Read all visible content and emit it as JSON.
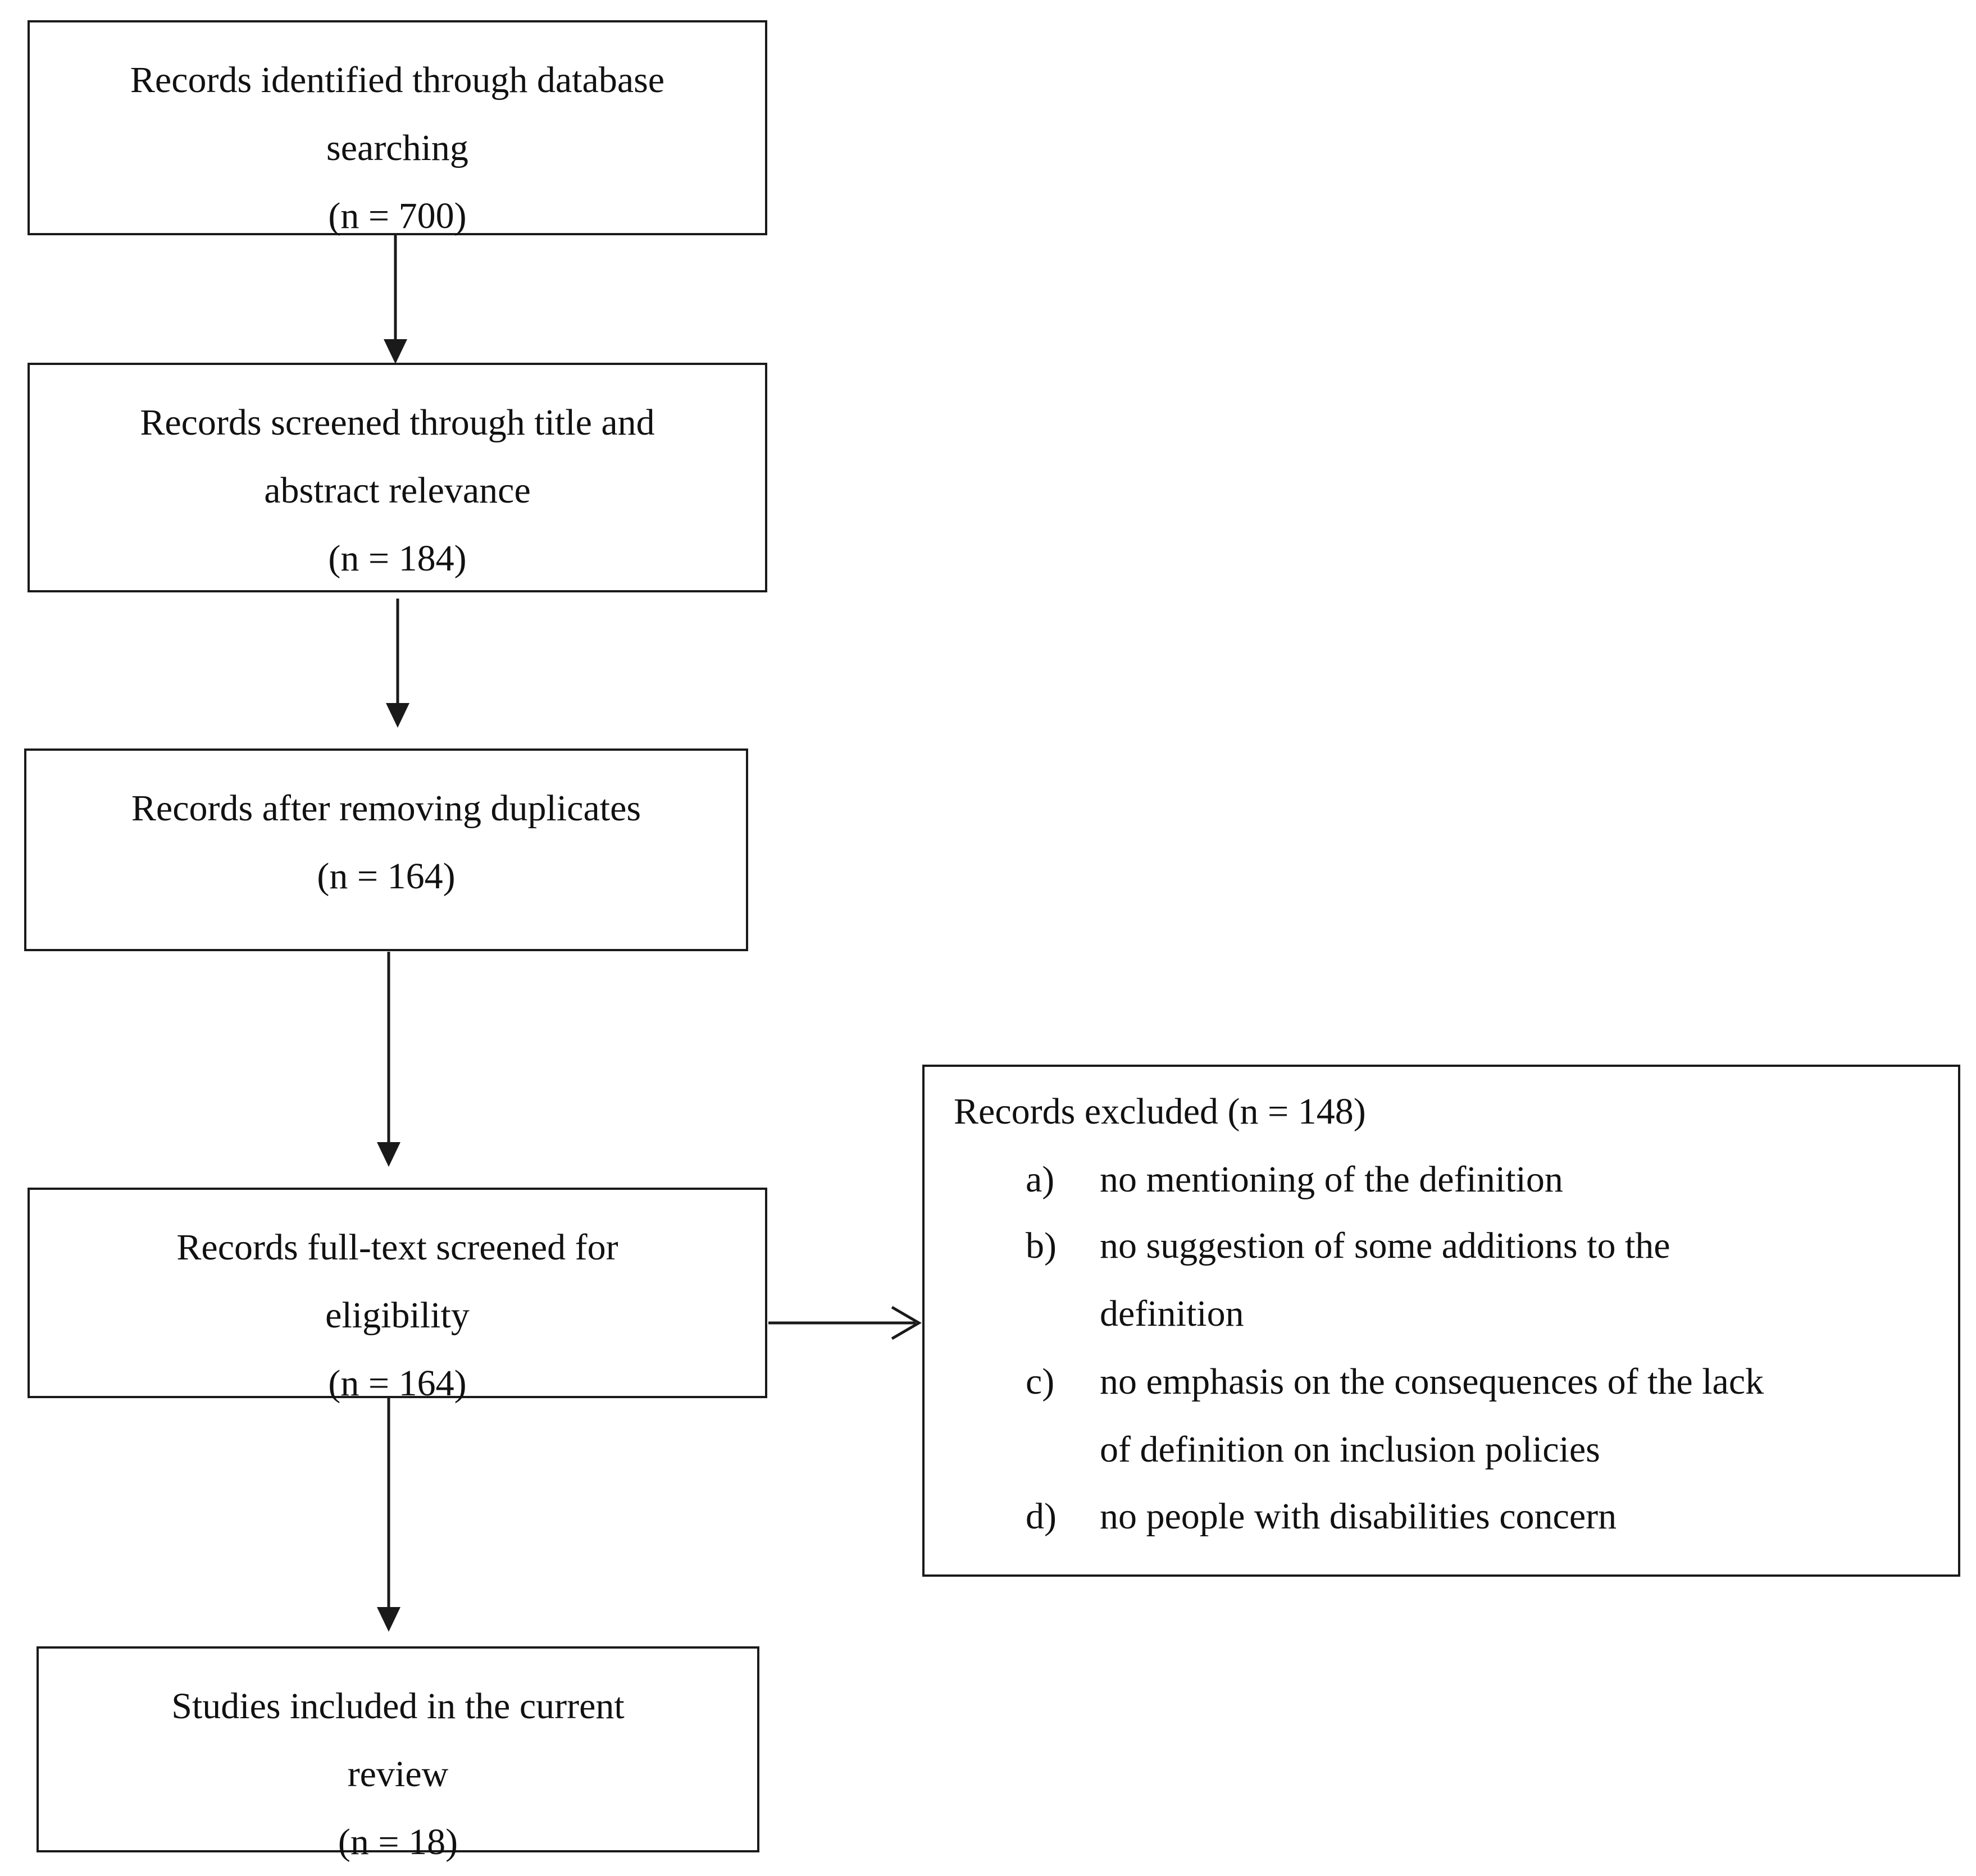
{
  "boxes": {
    "identified": {
      "line1": "Records identified through database",
      "line2": "searching",
      "count": "(n = 700)"
    },
    "screened": {
      "line1": "Records screened through title and",
      "line2": "abstract relevance",
      "count": "(n = 184)"
    },
    "dedup": {
      "line1": "Records after removing duplicates",
      "count": "(n = 164)"
    },
    "fulltext": {
      "line1": "Records full-text screened for",
      "line2": "eligibility",
      "count": "(n = 164)"
    },
    "included": {
      "line1": "Studies included in the current",
      "line2": "review",
      "count": "(n = 18)"
    },
    "excluded": {
      "title": "Records excluded (n = 148)",
      "items": [
        {
          "marker": "a)",
          "lines": [
            "no mentioning of the definition"
          ]
        },
        {
          "marker": "b)",
          "lines": [
            "no suggestion of some additions to the",
            "definition"
          ]
        },
        {
          "marker": "c)",
          "lines": [
            "no emphasis on the consequences of the lack",
            "of definition on inclusion policies"
          ]
        },
        {
          "marker": "d)",
          "lines": [
            "no people with disabilities concern"
          ]
        }
      ]
    }
  }
}
